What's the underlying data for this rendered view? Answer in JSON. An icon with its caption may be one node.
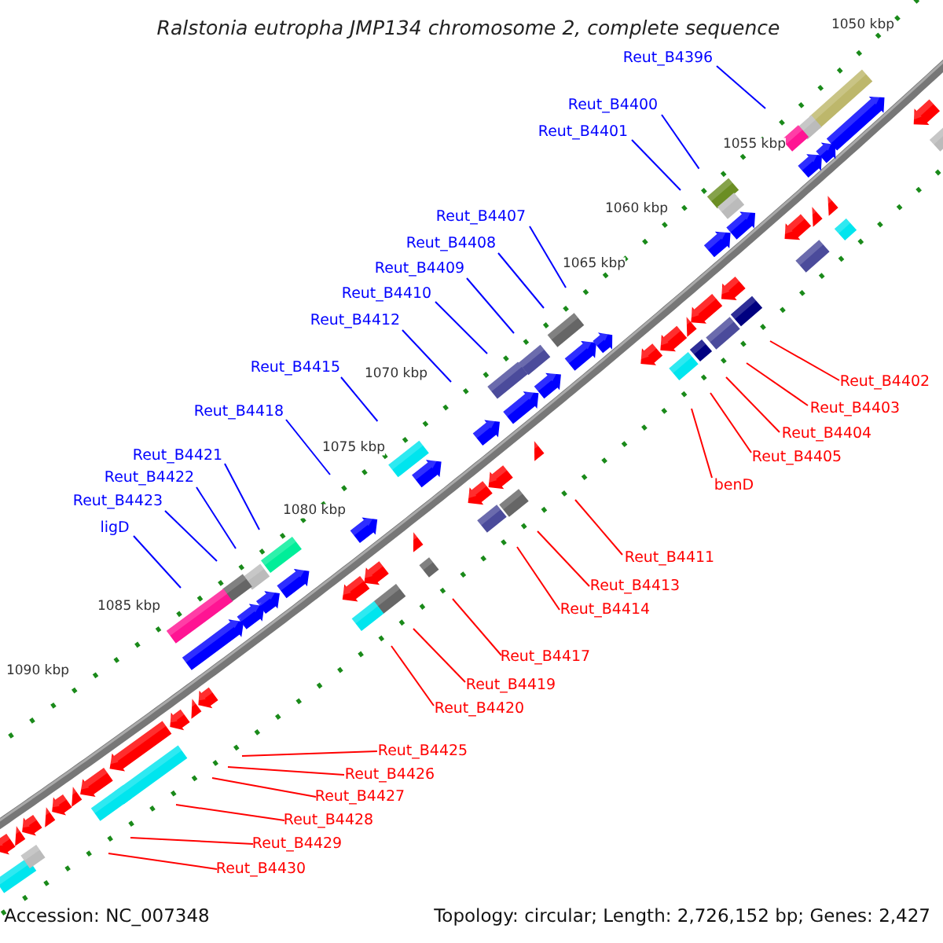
{
  "diagram": {
    "title": "Ralstonia eutropha JMP134 chromosome 2, complete sequence",
    "nodes": [
      {
        "text": [
          "Reut_B4396"
        ]
      },
      {
        "text": [
          "Reut_B4400"
        ]
      },
      {
        "text": [
          "Reut_B4401"
        ]
      },
      {
        "text": [
          "Reut_B4407"
        ]
      },
      {
        "text": [
          "Reut_B4408"
        ]
      },
      {
        "text": [
          "Reut_B4409"
        ]
      },
      {
        "text": [
          "Reut_B4410"
        ]
      },
      {
        "text": [
          "Reut_B4412"
        ]
      },
      {
        "text": [
          "Reut_B4415"
        ]
      },
      {
        "text": [
          "Reut_B4402"
        ]
      },
      {
        "text": [
          "Reut_B4403"
        ]
      },
      {
        "text": [
          "Reut_B4418"
        ]
      },
      {
        "text": [
          "Reut_B4404"
        ]
      },
      {
        "text": [
          "Reut_B4421"
        ]
      },
      {
        "text": [
          "Reut_B4405"
        ]
      },
      {
        "text": [
          "Reut_B4422"
        ]
      },
      {
        "text": [
          "benD"
        ]
      },
      {
        "text": [
          "Reut_B4423"
        ]
      },
      {
        "text": [
          "ligD"
        ]
      },
      {
        "text": [
          "Reut_B4411"
        ]
      },
      {
        "text": [
          "Reut_B4413"
        ]
      },
      {
        "text": [
          "Reut_B4414"
        ]
      },
      {
        "text": [
          "Reut_B4417"
        ]
      },
      {
        "text": [
          "Reut_B4419"
        ]
      },
      {
        "text": [
          "Reut_B4420"
        ]
      },
      {
        "text": [
          "Reut_B4425"
        ]
      },
      {
        "text": [
          "Reut_B4426"
        ]
      },
      {
        "text": [
          "Reut_B4427"
        ]
      },
      {
        "text": [
          "Reut_B4428"
        ]
      },
      {
        "text": [
          "Reut_B4429"
        ]
      },
      {
        "text": [
          "Reut_B4430"
        ]
      }
    ],
    "edges": [
      {
        "from": 0,
        "to": null,
        "arrow": "none",
        "color": "#0000ff"
      },
      {
        "from": 1,
        "to": null,
        "arrow": "none",
        "color": "#0000ff"
      },
      {
        "from": 2,
        "to": null,
        "arrow": "none",
        "color": "#0000ff"
      },
      {
        "from": 3,
        "to": null,
        "arrow": "none",
        "color": "#0000ff"
      },
      {
        "from": 4,
        "to": null,
        "arrow": "none",
        "color": "#0000ff"
      },
      {
        "from": 5,
        "to": null,
        "arrow": "none",
        "color": "#0000ff"
      },
      {
        "from": 6,
        "to": null,
        "arrow": "none",
        "color": "#0000ff"
      },
      {
        "from": 7,
        "to": null,
        "arrow": "none",
        "color": "#0000ff"
      },
      {
        "from": 8,
        "to": null,
        "arrow": "none",
        "color": "#0000ff"
      },
      {
        "from": 9,
        "to": null,
        "arrow": "none"
      },
      {
        "from": 10,
        "to": null,
        "arrow": "none"
      },
      {
        "from": 11,
        "to": null,
        "arrow": "none",
        "color": "#0000ff"
      },
      {
        "from": 12,
        "to": null,
        "arrow": "none"
      },
      {
        "from": 13,
        "to": null,
        "arrow": "none",
        "color": "#0000ff"
      },
      {
        "from": 14,
        "to": null,
        "arrow": "none"
      },
      {
        "from": 15,
        "to": null,
        "arrow": "none",
        "color": "#0000ff"
      },
      {
        "from": 16,
        "to": null,
        "arrow": "none"
      },
      {
        "from": 17,
        "to": null,
        "arrow": "none",
        "color": "#0000ff"
      },
      {
        "from": 18,
        "to": null,
        "arrow": "none",
        "color": "#0000ff"
      },
      {
        "from": 19,
        "to": null,
        "arrow": "none"
      },
      {
        "from": 20,
        "to": null,
        "arrow": "none"
      },
      {
        "from": 21,
        "to": null,
        "arrow": "none"
      },
      {
        "from": 22,
        "to": null,
        "arrow": "none"
      },
      {
        "from": 23,
        "to": null,
        "arrow": "none"
      },
      {
        "from": 24,
        "to": null,
        "arrow": "none"
      },
      {
        "from": 25,
        "to": null,
        "arrow": "none"
      },
      {
        "from": 26,
        "to": null,
        "arrow": "none"
      },
      {
        "from": 27,
        "to": null,
        "arrow": "none"
      },
      {
        "from": 28,
        "to": null,
        "arrow": "none"
      },
      {
        "from": 29,
        "to": null,
        "arrow": "none"
      },
      {
        "from": 30,
        "to": null,
        "arrow": "none"
      }
    ],
    "labels": [
      "1050 kbp",
      "1055 kbp",
      "1060 kbp",
      "1065 kbp",
      "1070 kbp",
      "1075 kbp",
      "1080 kbp",
      "1085 kbp",
      "1090 kbp",
      "Accession: NC_007348",
      "Topology: circular; Length: 2,726,152 bp; Genes: 2,427"
    ]
  }
}
